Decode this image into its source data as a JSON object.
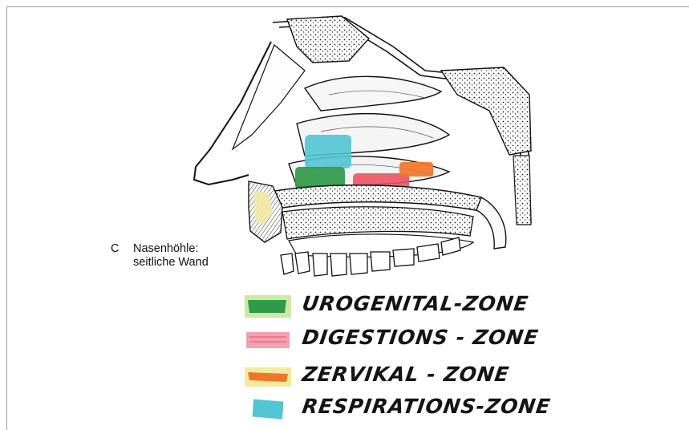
{
  "caption": {
    "letter": "C",
    "line1": "Nasenhöhle:",
    "line2": "seitliche Wand"
  },
  "legend": [
    {
      "label": "UROGENITAL-ZONE",
      "color": "#2f9a4a"
    },
    {
      "label": "DIGESTIONS - ZONE",
      "color": "#f2a0b4"
    },
    {
      "label": "ZERVIKAL - ZONE",
      "color": "#f0762a"
    },
    {
      "label": "RESPIRATIONS-ZONE",
      "color": "#52c4d4"
    }
  ],
  "zone_colors": {
    "respiration": "#52c4d4",
    "urogenital": "#2f9a4a",
    "digestion": "#e8505e",
    "cervical": "#f0762a",
    "cartilage_highlight": "#f3e9a0"
  }
}
